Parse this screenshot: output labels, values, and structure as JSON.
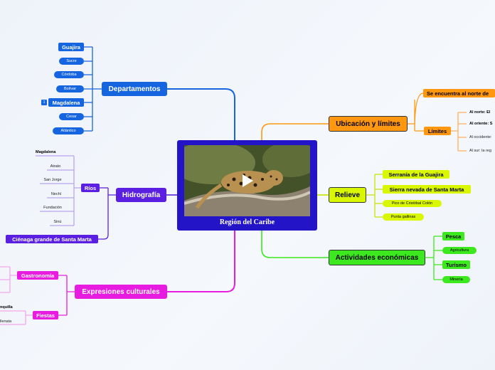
{
  "central": {
    "title": "Región del Caribe",
    "media": "play-icon"
  },
  "departamentos": {
    "label": "Departamentos",
    "items": [
      "Guajira",
      "Sucre",
      "Córdoba",
      "Bolívar",
      "Magdalena",
      "Cesar",
      "Atlántico"
    ],
    "badge": "1"
  },
  "hidrografia": {
    "label": "Hidrografía",
    "rios": {
      "label": "Ríos",
      "items": [
        "Magdalena",
        "Atrato",
        "San Jorge",
        "Nechí",
        "Fundación",
        "Sinú"
      ]
    },
    "cienaga": "Ciénaga grande de Santa Marta"
  },
  "expresiones": {
    "label": "Expresiones culturales",
    "gastronomia": {
      "label": "Gastronomía"
    },
    "fiestas": {
      "label": "Fiestas",
      "items": [
        "nquilla",
        "llenata"
      ]
    }
  },
  "ubicacion": {
    "label": "Ubicación y límites",
    "norte": "Se encuentra al norte de",
    "limites": {
      "label": "Límites",
      "items": [
        "Al norte: El",
        "Al oriente: S",
        "Al occidente:",
        "Al sur: la reg"
      ]
    }
  },
  "relieve": {
    "label": "Relieve",
    "items": [
      "Serranía de la Guajira",
      "Sierra nevada de Santa Marta",
      "Pico de Cristóbal Colón",
      "Punta gallinas"
    ]
  },
  "actividades": {
    "label": "Actividades económicas",
    "items": [
      "Pesca",
      "Agricultura",
      "Turismo",
      "Minería"
    ]
  },
  "colors": {
    "departamentos": "#1565e0",
    "hidrografia": "#5a1fe0",
    "expresiones": "#e71ce0",
    "ubicacion": "#ff9810",
    "relieve": "#d9f700",
    "actividades": "#3ce81e",
    "central": "#2414c8"
  }
}
